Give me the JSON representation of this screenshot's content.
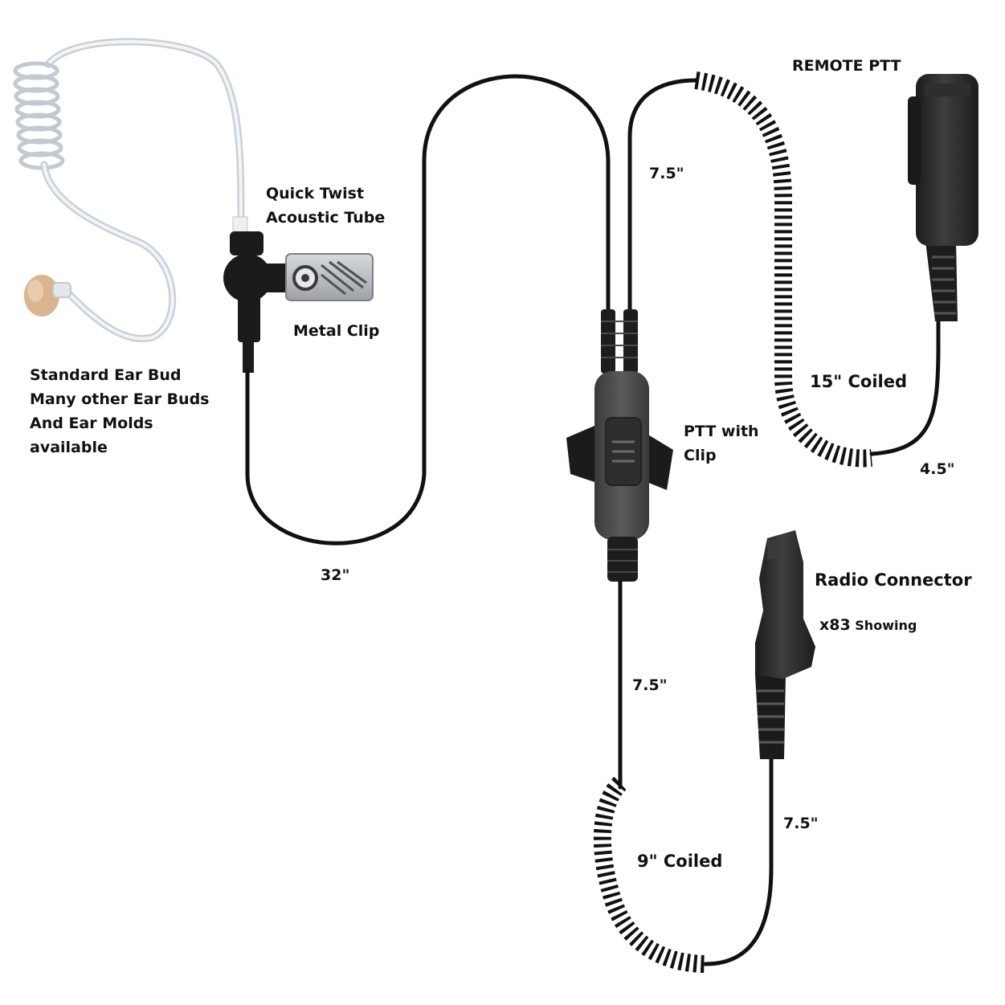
{
  "labels": {
    "remote_ptt": "REMOTE PTT",
    "quick_twist_line1": "Quick Twist",
    "quick_twist_line2": "Acoustic Tube",
    "metal_clip": "Metal Clip",
    "ear_bud_line1": "Standard Ear Bud",
    "ear_bud_line2": "Many other Ear Buds",
    "ear_bud_line3": "And Ear Molds",
    "ear_bud_line4": "available",
    "len_upper_branch": "7.5\"",
    "len_15_coiled": "15\" Coiled",
    "len_4_5": "4.5\"",
    "ptt_clip_line1": "PTT with",
    "ptt_clip_line2": "Clip",
    "len_32": "32\"",
    "radio_connector": "Radio Connector",
    "model": "x83",
    "showing": "Showing",
    "len_lower_left": "7.5\"",
    "len_lower_right": "7.5\"",
    "len_9_coiled": "9\" Coiled"
  },
  "colors": {
    "cable": "#111111",
    "tube": "#d8dde2",
    "ear_bud": "#d9b48f",
    "ptt_body": "#4a4a4a",
    "connector": "#2a2a2a",
    "clip_metal": "#b9bcc0"
  }
}
